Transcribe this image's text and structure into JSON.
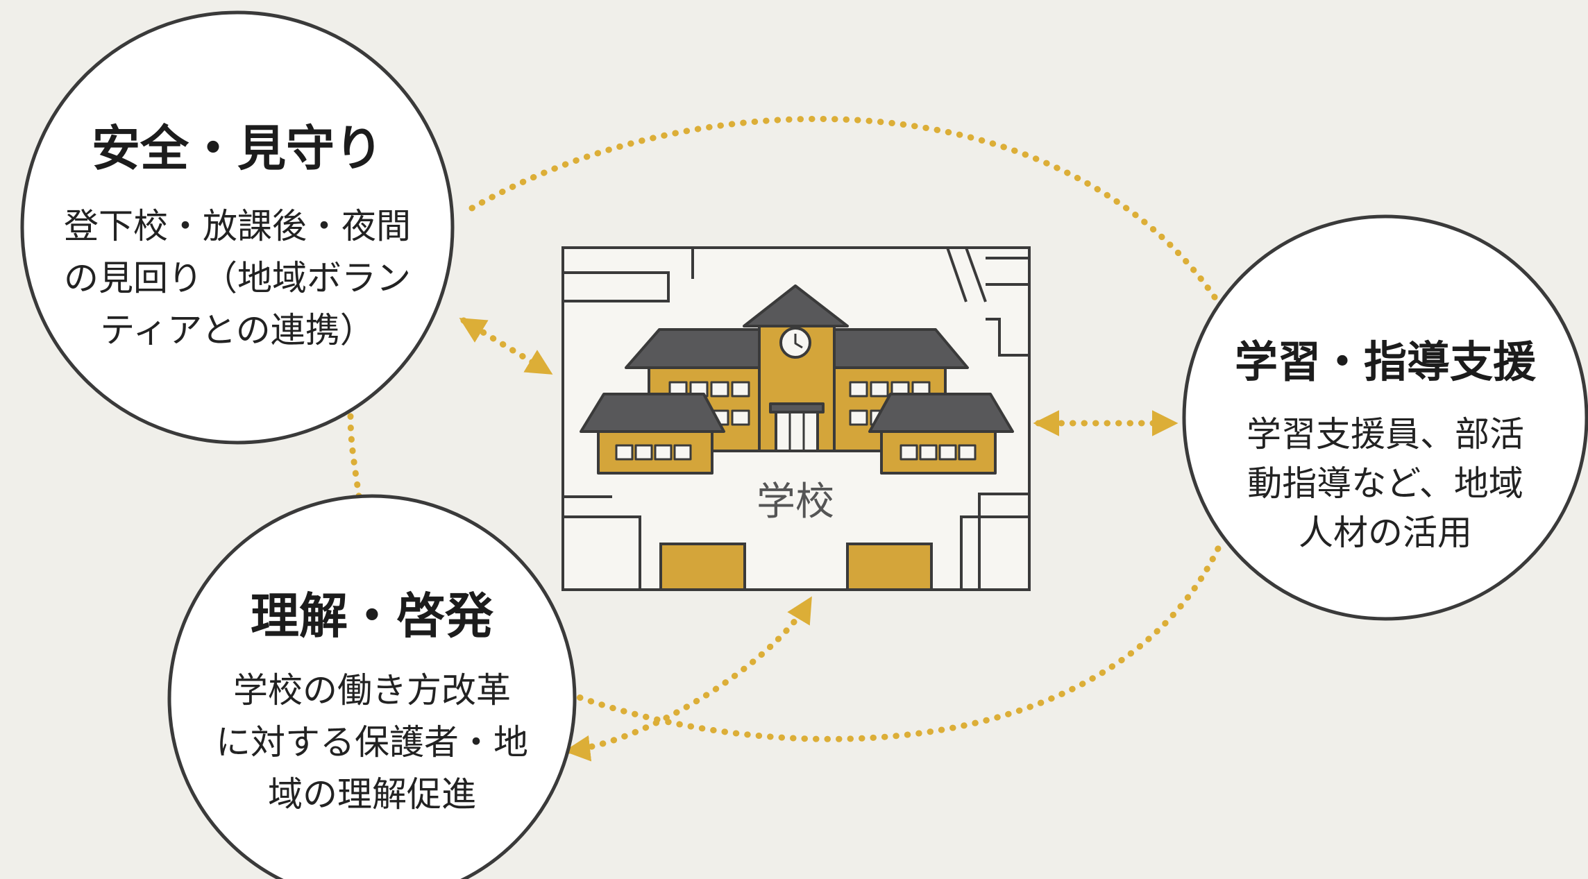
{
  "school": {
    "label": "学校"
  },
  "nodes": {
    "safety": {
      "title": "安全・見守り",
      "lines": [
        "登下校・放課後・夜間",
        "の見回り（地域ボラン",
        "ティアとの連携）"
      ]
    },
    "learning": {
      "title": "学習・指導支援",
      "lines": [
        "学習支援員、部活",
        "動指導など、地域",
        "人材の活用"
      ]
    },
    "understanding": {
      "title": "理解・啓発",
      "lines": [
        "学校の働き方改革",
        "に対する保護者・地",
        "域の理解促進"
      ]
    }
  },
  "colors": {
    "background": "#f0efea",
    "accent": "#dcae37",
    "building": "#d4a53a",
    "roof": "#58585a",
    "outline": "#3a3a3a"
  }
}
